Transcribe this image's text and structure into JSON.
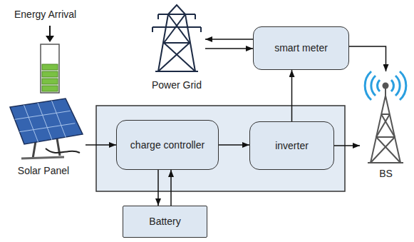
{
  "diagram": {
    "nodes": [
      {
        "text": [
          "Power Grid"
        ]
      },
      {
        "text": [
          "smart meter"
        ]
      },
      {
        "text": [
          "Solar Panel"
        ]
      },
      {
        "text": [
          "charge controller"
        ]
      },
      {
        "text": [
          "inverter"
        ]
      },
      {
        "text": [
          "BS"
        ]
      },
      {
        "text": [
          "Battery"
        ]
      }
    ],
    "edges": [
      {
        "from": 1,
        "to": 0,
        "arrow": "to"
      },
      {
        "from": 0,
        "to": 1,
        "arrow": "to"
      },
      {
        "from": 1,
        "to": 5,
        "arrow": "to"
      },
      {
        "from": 2,
        "to": 3,
        "arrow": "to"
      },
      {
        "from": 3,
        "to": 4,
        "arrow": "to"
      },
      {
        "from": 4,
        "to": 1,
        "arrow": "to"
      },
      {
        "from": 4,
        "to": 5,
        "arrow": "to"
      },
      {
        "from": 3,
        "to": 6,
        "arrow": "to"
      },
      {
        "from": 6,
        "to": 3,
        "arrow": "to"
      }
    ],
    "labels": [
      "Energy Arrival"
    ]
  }
}
